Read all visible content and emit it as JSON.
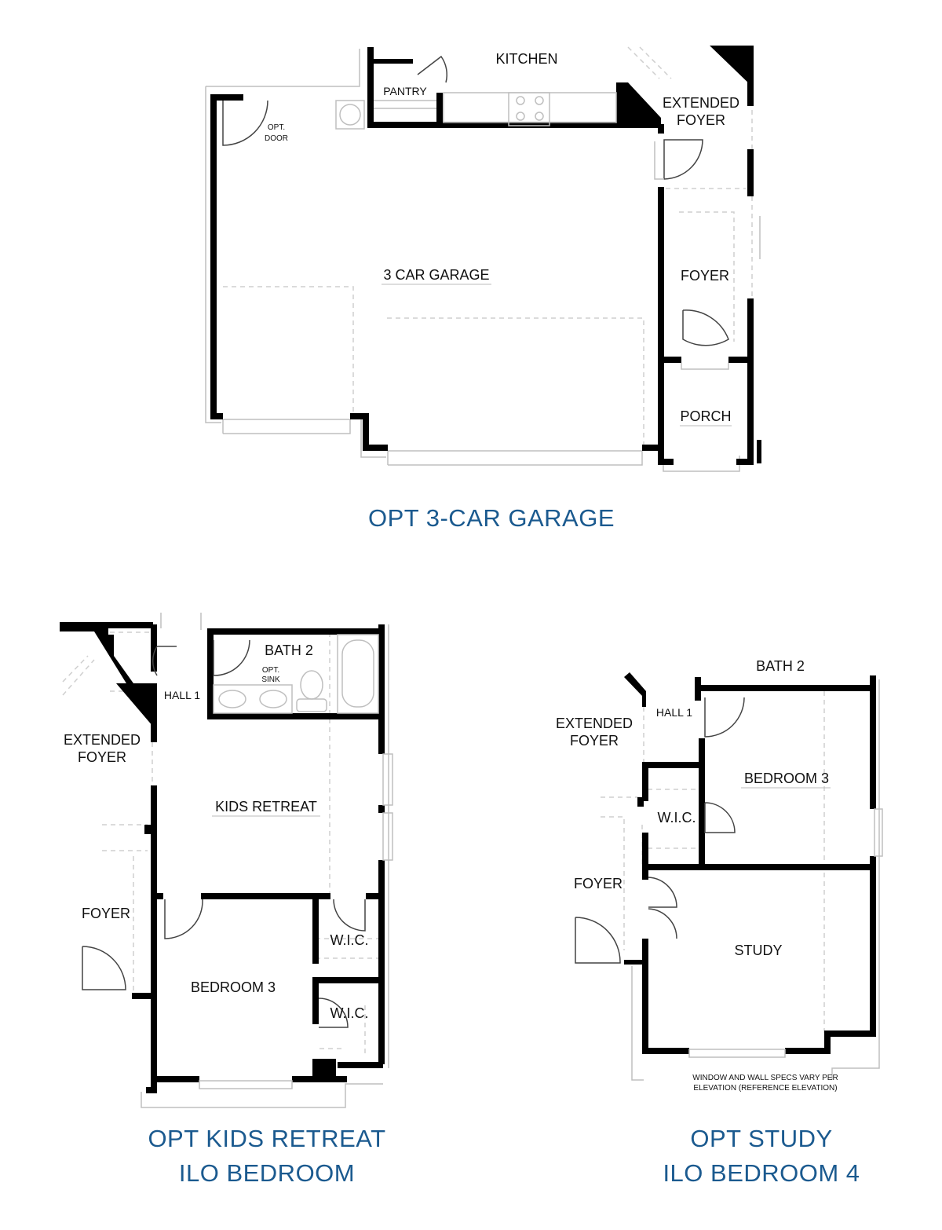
{
  "plans": {
    "garage": {
      "title": "OPT 3-CAR GARAGE",
      "rooms": {
        "kitchen": "KITCHEN",
        "pantry": "PANTRY",
        "opt_door_1": "OPT.",
        "opt_door_2": "DOOR",
        "extended_foyer_1": "EXTENDED",
        "extended_foyer_2": "FOYER",
        "garage": "3 CAR GARAGE",
        "foyer": "FOYER",
        "porch": "PORCH"
      }
    },
    "kids_retreat": {
      "title_line1": "OPT KIDS RETREAT",
      "title_line2": "ILO BEDROOM",
      "rooms": {
        "bath2": "BATH 2",
        "opt_sink_1": "OPT.",
        "opt_sink_2": "SINK",
        "hall1": "HALL 1",
        "extended_foyer_1": "EXTENDED",
        "extended_foyer_2": "FOYER",
        "kids_retreat": "KIDS RETREAT",
        "foyer": "FOYER",
        "wic1": "W.I.C.",
        "wic2": "W.I.C.",
        "bedroom3": "BEDROOM 3"
      }
    },
    "study": {
      "title_line1": "OPT STUDY",
      "title_line2": "ILO BEDROOM 4",
      "rooms": {
        "bath2": "BATH 2",
        "hall1": "HALL 1",
        "extended_foyer_1": "EXTENDED",
        "extended_foyer_2": "FOYER",
        "bedroom3": "BEDROOM 3",
        "wic": "W.I.C.",
        "foyer": "FOYER",
        "study": "STUDY"
      },
      "note_line1": "WINDOW AND WALL SPECS VARY PER",
      "note_line2": "ELEVATION (REFERENCE ELEVATION)"
    }
  },
  "colors": {
    "wall": "#000000",
    "caption": "#1b5a8f"
  }
}
